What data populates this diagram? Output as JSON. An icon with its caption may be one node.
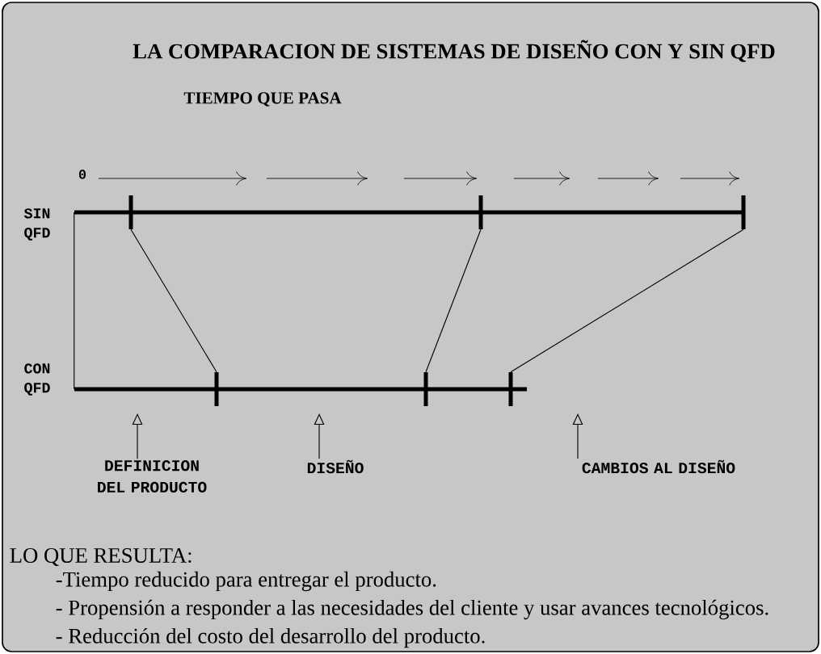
{
  "diagram": {
    "title": "LA COMPARACION DE SISTEMAS DE DISEÑO CON Y SIN QFD",
    "nodes": [
      {
        "text": [],
        "shape": "bar"
      },
      {
        "text": [],
        "shape": "bar"
      },
      {
        "text": [],
        "shape": "bar"
      },
      {
        "text": [],
        "shape": "bar"
      },
      {
        "text": [],
        "shape": "bar"
      },
      {
        "text": [],
        "shape": "bar"
      },
      {
        "text": [],
        "shape": "bar"
      },
      {
        "text": [],
        "shape": "bar"
      },
      {
        "text": [
          "DEFINICION DEL PRODUCTO"
        ]
      },
      {
        "text": [
          "DISEÑO"
        ]
      },
      {
        "text": [
          "CAMBIOS AL DISEÑO"
        ]
      }
    ],
    "edges": [
      {
        "from": 0,
        "to": 1,
        "arrow": "none"
      },
      {
        "from": 2,
        "to": 5,
        "arrow": "none"
      },
      {
        "from": 3,
        "to": 6,
        "arrow": "none"
      },
      {
        "from": 4,
        "to": 7,
        "arrow": "none"
      },
      {
        "from": 8,
        "to": null,
        "arrow": "to"
      },
      {
        "from": 9,
        "to": null,
        "arrow": "to"
      },
      {
        "from": 10,
        "to": null,
        "arrow": "to"
      }
    ],
    "labels": [
      "TIEMPO QUE PASA",
      "0",
      "SIN QFD",
      "CON QFD",
      "LO QUE RESULTA:",
      "-Tiempo reducido para entregar el producto.",
      "- Propensión a responder a las necesidades del cliente y usar avances tecnológicos.",
      "- Reducción del costo del desarrollo del producto."
    ]
  }
}
